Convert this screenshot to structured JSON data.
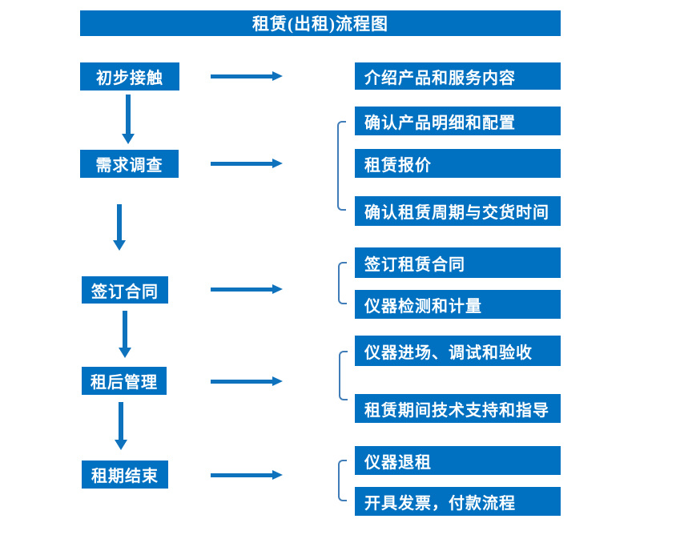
{
  "title": "租赁(出租)流程图",
  "colors": {
    "box_fill": "#0070C0",
    "arrow": "#0F72BD",
    "bracket": "#3F7CB8",
    "text_on_box": "#FFFFFF",
    "background": "#FFFFFF"
  },
  "steps": [
    {
      "label": "初步接触",
      "outputs": [
        "介绍产品和服务内容"
      ]
    },
    {
      "label": "需求调查",
      "outputs": [
        "确认产品明细和配置",
        "租赁报价",
        "确认租赁周期与交货时间"
      ]
    },
    {
      "label": "签订合同",
      "outputs": [
        "签订租赁合同",
        "仪器检测和计量"
      ]
    },
    {
      "label": "租后管理",
      "outputs": [
        "仪器进场、调试和验收",
        "租赁期间技术支持和指导"
      ]
    },
    {
      "label": "租期结束",
      "outputs": [
        "仪器退租",
        "开具发票，付款流程"
      ]
    }
  ]
}
